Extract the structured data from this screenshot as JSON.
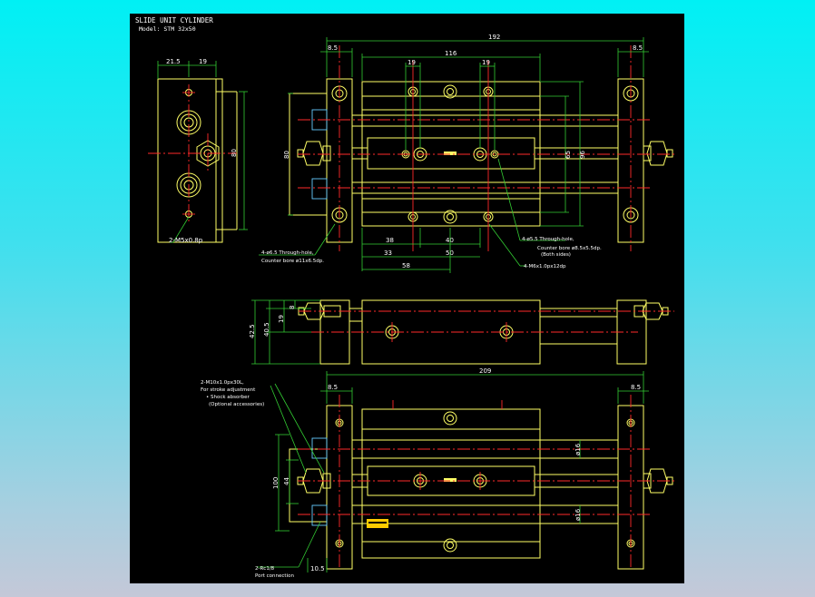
{
  "drawing": {
    "title": "SLIDE UNIT CYLINDER",
    "model": "Model: STM 32x50",
    "dims": {
      "d21_5": "21.5",
      "d19a": "19",
      "d80": "80",
      "d8_5a": "8.5",
      "d192": "192",
      "d8_5b": "8.5",
      "d116": "116",
      "d19b": "19",
      "d19c": "19",
      "d80b": "80",
      "d65": "65",
      "d96": "96",
      "d38": "38",
      "d40": "40",
      "d33": "33",
      "d50": "50",
      "d58": "58",
      "d42_5": "42.5",
      "d40_5": "40.5",
      "d19d": "19",
      "d8": "8",
      "d209": "209",
      "d8_5c": "8.5",
      "d8_5d": "8.5",
      "d100": "100",
      "d44": "44",
      "d16a": "ø16",
      "d16b": "ø16",
      "d10_5": "10.5"
    },
    "notes": {
      "m5": "2-M5x0.8p",
      "thru1a": "4-ø6.5 Through-hole,",
      "thru1b": "Counter bore ø11x6.5dp.",
      "thru2a": "4-ø5.5 Through-hole,",
      "thru2b": "Counter bore ø8.5x5.5dp.",
      "thru2c": "(Both sides)",
      "m6": "4-M6x1.0px12dp",
      "m10a": "2-M10x1.0px30L,",
      "m10b": "For stroke adjustment",
      "m10c": "• Shock absorber",
      "m10d": "(Optional accessories)",
      "rc": "2-Rc1/8",
      "rc2": "Port connection"
    },
    "colors": {
      "background": "#000000",
      "outline": "#ffff66",
      "dimension": "#33cc33",
      "centerline": "#ff2a2a",
      "bumper": "#66ccff"
    }
  }
}
